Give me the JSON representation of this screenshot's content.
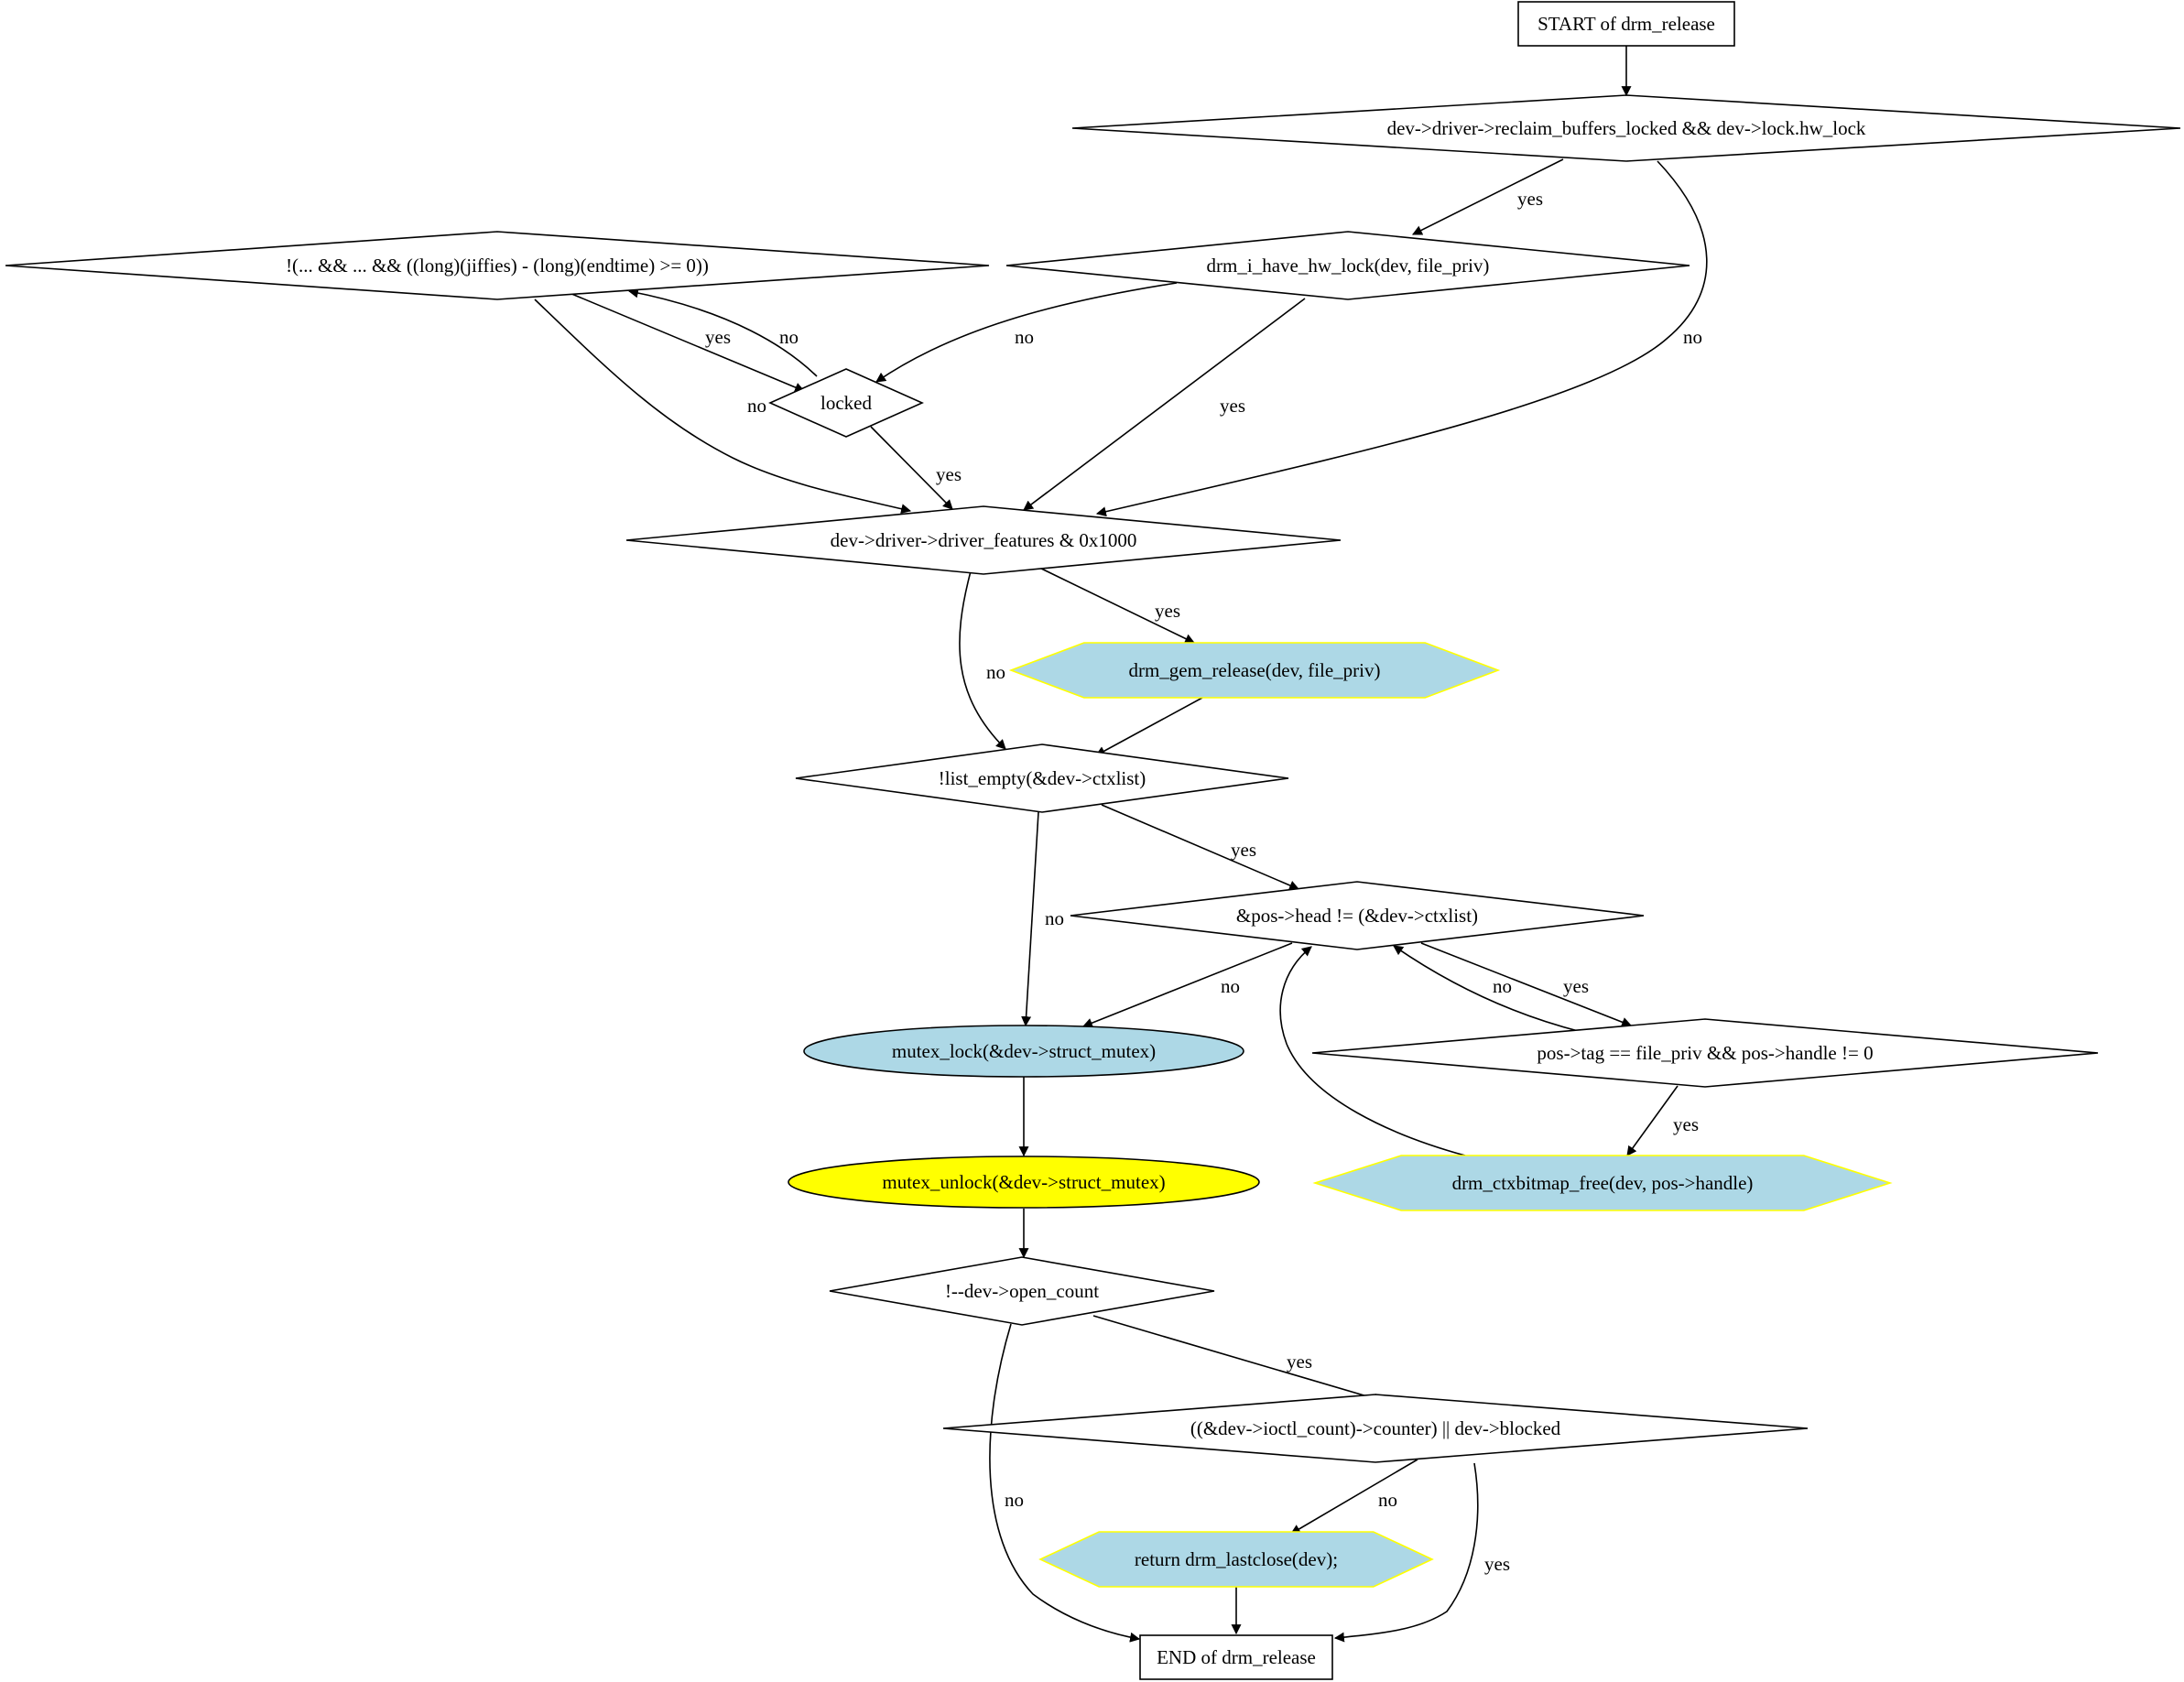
{
  "diagram": {
    "type": "flowchart",
    "nodes": [
      {
        "id": "start",
        "shape": "box",
        "label": "START of drm_release"
      },
      {
        "id": "d_reclaim",
        "shape": "diamond",
        "label": "dev->driver->reclaim_buffers_locked && dev->lock.hw_lock"
      },
      {
        "id": "d_havelock",
        "shape": "diamond",
        "label": "drm_i_have_hw_lock(dev, file_priv)"
      },
      {
        "id": "d_jiffies",
        "shape": "diamond",
        "label": "!(... && ... && ((long)(jiffies) - (long)(endtime) >= 0))"
      },
      {
        "id": "d_locked",
        "shape": "diamond",
        "label": "locked"
      },
      {
        "id": "d_features",
        "shape": "diamond",
        "label": "dev->driver->driver_features & 0x1000"
      },
      {
        "id": "n_gem",
        "shape": "hexagon",
        "label": "drm_gem_release(dev, file_priv)",
        "fill": "#add8e6",
        "stroke": "#ffff00"
      },
      {
        "id": "d_listempty",
        "shape": "diamond",
        "label": "!list_empty(&dev->ctxlist)"
      },
      {
        "id": "d_poshead",
        "shape": "diamond",
        "label": "&pos->head != (&dev->ctxlist)"
      },
      {
        "id": "d_postag",
        "shape": "diamond",
        "label": "pos->tag == file_priv && pos->handle != 0"
      },
      {
        "id": "n_ctxbitmap",
        "shape": "hexagon",
        "label": "drm_ctxbitmap_free(dev, pos->handle)",
        "fill": "#add8e6",
        "stroke": "#ffff00"
      },
      {
        "id": "n_mutexlock",
        "shape": "ellipse",
        "label": "mutex_lock(&dev->struct_mutex)",
        "fill": "#add8e6",
        "stroke": "#000000"
      },
      {
        "id": "n_mutexunlock",
        "shape": "ellipse",
        "label": "mutex_unlock(&dev->struct_mutex)",
        "fill": "#ffff00",
        "stroke": "#000000"
      },
      {
        "id": "d_opencount",
        "shape": "diamond",
        "label": "!--dev->open_count"
      },
      {
        "id": "d_ioctl",
        "shape": "diamond",
        "label": "((&dev->ioctl_count)->counter) || dev->blocked"
      },
      {
        "id": "n_lastclose",
        "shape": "hexagon",
        "label": "return drm_lastclose(dev);",
        "fill": "#add8e6",
        "stroke": "#ffff00"
      },
      {
        "id": "end",
        "shape": "box",
        "label": "END of drm_release"
      }
    ],
    "edges": [
      {
        "from": "start",
        "to": "d_reclaim",
        "label": ""
      },
      {
        "from": "d_reclaim",
        "to": "d_havelock",
        "label": "yes"
      },
      {
        "from": "d_reclaim",
        "to": "d_features",
        "label": "no"
      },
      {
        "from": "d_havelock",
        "to": "d_locked",
        "label": "no"
      },
      {
        "from": "d_havelock",
        "to": "d_features",
        "label": "yes"
      },
      {
        "from": "d_jiffies",
        "to": "d_locked",
        "label": "yes"
      },
      {
        "from": "d_locked",
        "to": "d_jiffies",
        "label": "no"
      },
      {
        "from": "d_jiffies",
        "to": "d_features",
        "label": "no"
      },
      {
        "from": "d_locked",
        "to": "d_features",
        "label": "yes"
      },
      {
        "from": "d_features",
        "to": "n_gem",
        "label": "yes"
      },
      {
        "from": "d_features",
        "to": "d_listempty",
        "label": "no"
      },
      {
        "from": "n_gem",
        "to": "d_listempty",
        "label": ""
      },
      {
        "from": "d_listempty",
        "to": "d_poshead",
        "label": "yes"
      },
      {
        "from": "d_listempty",
        "to": "n_mutexlock",
        "label": "no"
      },
      {
        "from": "d_poshead",
        "to": "n_mutexlock",
        "label": "no"
      },
      {
        "from": "d_poshead",
        "to": "d_postag",
        "label": "yes"
      },
      {
        "from": "d_postag",
        "to": "d_poshead",
        "label": "no"
      },
      {
        "from": "d_postag",
        "to": "n_ctxbitmap",
        "label": "yes"
      },
      {
        "from": "n_ctxbitmap",
        "to": "d_poshead",
        "label": ""
      },
      {
        "from": "n_mutexlock",
        "to": "n_mutexunlock",
        "label": ""
      },
      {
        "from": "n_mutexunlock",
        "to": "d_opencount",
        "label": ""
      },
      {
        "from": "d_opencount",
        "to": "d_ioctl",
        "label": "yes"
      },
      {
        "from": "d_opencount",
        "to": "end",
        "label": "no"
      },
      {
        "from": "d_ioctl",
        "to": "n_lastclose",
        "label": "no"
      },
      {
        "from": "d_ioctl",
        "to": "end",
        "label": "yes"
      },
      {
        "from": "n_lastclose",
        "to": "end",
        "label": ""
      }
    ]
  }
}
